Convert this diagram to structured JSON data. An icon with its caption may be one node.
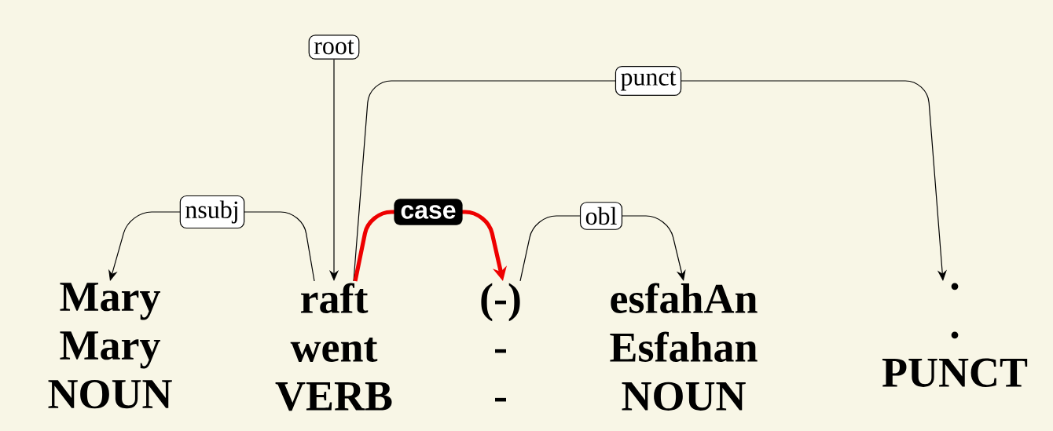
{
  "diagram": {
    "nodes": [
      {
        "text": [
          "root"
        ]
      },
      {
        "text": [
          "Mary",
          "Mary",
          "NOUN"
        ]
      },
      {
        "text": [
          "raft",
          "went",
          "VERB"
        ]
      },
      {
        "text": [
          "(-)",
          "-",
          "-"
        ]
      },
      {
        "text": [
          "esfahAn",
          "Esfahan",
          "NOUN"
        ]
      },
      {
        "text": [
          ".",
          ".",
          "PUNCT"
        ]
      }
    ],
    "edges": [
      {
        "from": 2,
        "to": 1,
        "arrow": "to",
        "label": "nsubj"
      },
      {
        "from": 0,
        "to": 2,
        "arrow": "to"
      },
      {
        "from": 2,
        "to": 5,
        "arrow": "to",
        "label": "punct"
      },
      {
        "from": 2,
        "to": 3,
        "arrow": "to",
        "label": "case",
        "style": "thick",
        "color": "#ee0000"
      },
      {
        "from": 3,
        "to": 4,
        "arrow": "to",
        "label": "obl"
      }
    ]
  }
}
